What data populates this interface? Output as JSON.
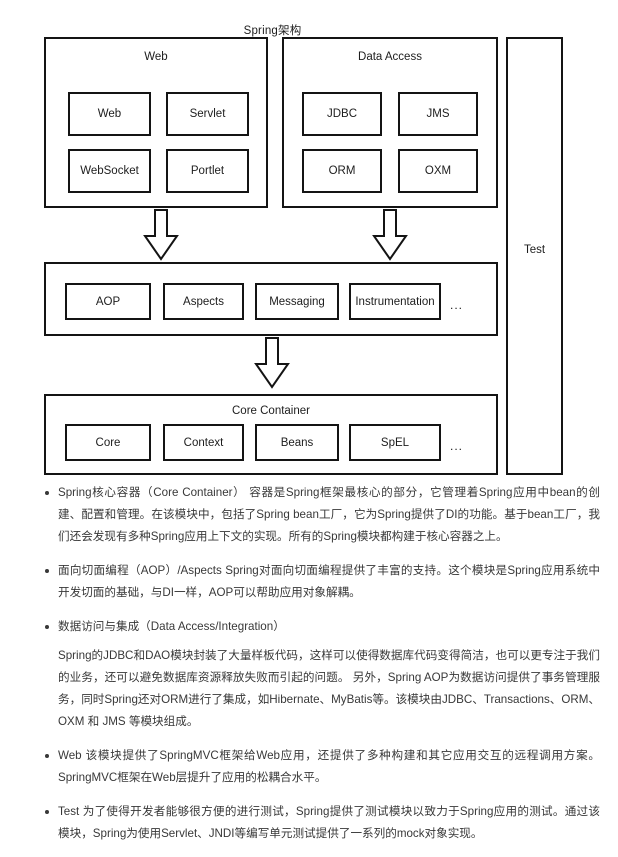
{
  "diagram": {
    "title": "Spring架构",
    "panels": [
      {
        "id": "web",
        "title": "Web",
        "cells": [
          "Web",
          "Servlet",
          "WebSocket",
          "Portlet"
        ]
      },
      {
        "id": "data-access",
        "title": "Data Access",
        "cells": [
          "JDBC",
          "JMS",
          "ORM",
          "OXM"
        ]
      },
      {
        "id": "test",
        "title": "Test",
        "cells": []
      },
      {
        "id": "aop",
        "title": "",
        "cells": [
          "AOP",
          "Aspects",
          "Messaging",
          "Instrumentation"
        ],
        "ellipsis": "..."
      },
      {
        "id": "core-container",
        "title": "Core Container",
        "cells": [
          "Core",
          "Context",
          "Beans",
          "SpEL"
        ],
        "ellipsis": "..."
      }
    ],
    "arrows": [
      {
        "id": "web-to-aop"
      },
      {
        "id": "data-access-to-aop"
      },
      {
        "id": "aop-to-core"
      }
    ]
  },
  "notes": [
    {
      "id": "core-container",
      "text": "Spring核心容器（Core Container） 容器是Spring框架最核心的部分，它管理着Spring应用中bean的创建、配置和管理。在该模块中，包括了Spring bean工厂，它为Spring提供了DI的功能。基于bean工厂，我们还会发现有多种Spring应用上下文的实现。所有的Spring模块都构建于核心容器之上。",
      "subpara": ""
    },
    {
      "id": "aop-aspects",
      "text": "面向切面编程（AOP）/Aspects Spring对面向切面编程提供了丰富的支持。这个模块是Spring应用系统中开发切面的基础，与DI一样，AOP可以帮助应用对象解耦。",
      "subpara": ""
    },
    {
      "id": "data-access-integration",
      "text": "数据访问与集成（Data Access/Integration）",
      "subpara": "Spring的JDBC和DAO模块封装了大量样板代码，这样可以使得数据库代码变得简洁，也可以更专注于我们的业务，还可以避免数据库资源释放失败而引起的问题。 另外，Spring AOP为数据访问提供了事务管理服务，同时Spring还对ORM进行了集成，如Hibernate、MyBatis等。该模块由JDBC、Transactions、ORM、OXM 和 JMS 等模块组成。"
    },
    {
      "id": "web",
      "text": "Web 该模块提供了SpringMVC框架给Web应用，还提供了多种构建和其它应用交互的远程调用方案。SpringMVC框架在Web层提升了应用的松耦合水平。",
      "subpara": ""
    },
    {
      "id": "test",
      "text": "Test 为了使得开发者能够很方便的进行测试，Spring提供了测试模块以致力于Spring应用的测试。通过该模块，Spring为使用Servlet、JNDI等编写单元测试提供了一系列的mock对象实现。",
      "subpara": ""
    }
  ]
}
